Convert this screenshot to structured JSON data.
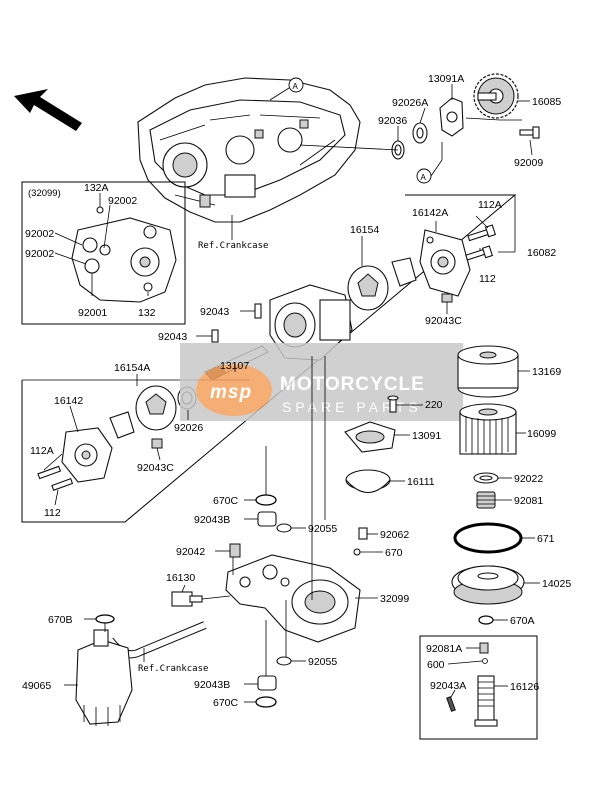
{
  "callouts": {
    "circle_a_top": "A",
    "circle_a_bottom": "A"
  },
  "references": {
    "crankcase_top": "Ref.Crankcase",
    "crankcase_bottom": "Ref.Crankcase"
  },
  "inset": {
    "title": "(32099)"
  },
  "watermark": {
    "brand": "MOTORCYCLE",
    "tagline": "SPARE PARTS",
    "logo": "msp"
  },
  "parts": {
    "p13091A": "13091A",
    "p16085": "16085",
    "p92026A": "92026A",
    "p92036": "92036",
    "p92009": "92009",
    "p132A": "132A",
    "p92002_a": "92002",
    "p92002_b": "92002",
    "p92002_c": "92002",
    "p92001": "92001",
    "p132": "132",
    "p16142A": "16142A",
    "p112A_top": "112A",
    "p16154": "16154",
    "p16082": "16082",
    "p112_top": "112",
    "p92043C_top": "92043C",
    "p92043_a": "92043",
    "p92043_b": "92043",
    "p13107": "13107",
    "p16154A": "16154A",
    "p16142": "16142",
    "p92026": "92026",
    "p112A_left": "112A",
    "p92043C_left": "92043C",
    "p112_left": "112",
    "p13169": "13169",
    "p220": "220",
    "p13091": "13091",
    "p16099": "16099",
    "p16111": "16111",
    "p92022": "92022",
    "p92081": "92081",
    "p670C_top": "670C",
    "p92043B_top": "92043B",
    "p92055_top": "92055",
    "p92062": "92062",
    "p671": "671",
    "p92042": "92042",
    "p670": "670",
    "p16130": "16130",
    "p32099": "32099",
    "p14025": "14025",
    "p670B": "670B",
    "p670A": "670A",
    "p92055_bottom": "92055",
    "p92081A": "92081A",
    "p600": "600",
    "p49065": "49065",
    "p92043B_bottom": "92043B",
    "p670C_bottom": "670C",
    "p92043A": "92043A",
    "p16126": "16126"
  }
}
